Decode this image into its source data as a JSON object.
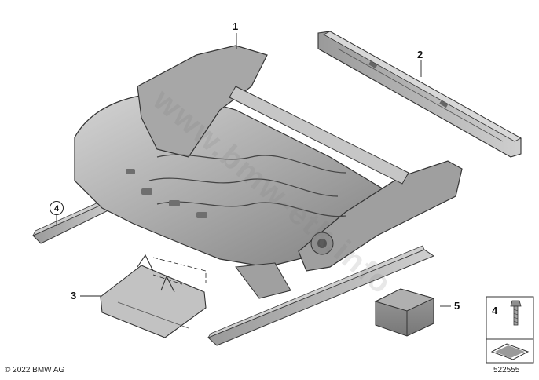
{
  "callouts": {
    "c1": "1",
    "c2": "2",
    "c3": "3",
    "c4_circled": "4",
    "c5": "5",
    "c4_box": "4"
  },
  "footer": {
    "copyright": "© 2022 BMW AG",
    "diagram_number": "522555"
  },
  "watermark": "www.bmw-etk.info",
  "colors": {
    "part_fill": "#b9b9b9",
    "part_dark": "#8a8a8a",
    "outline": "#3a3a3a"
  }
}
